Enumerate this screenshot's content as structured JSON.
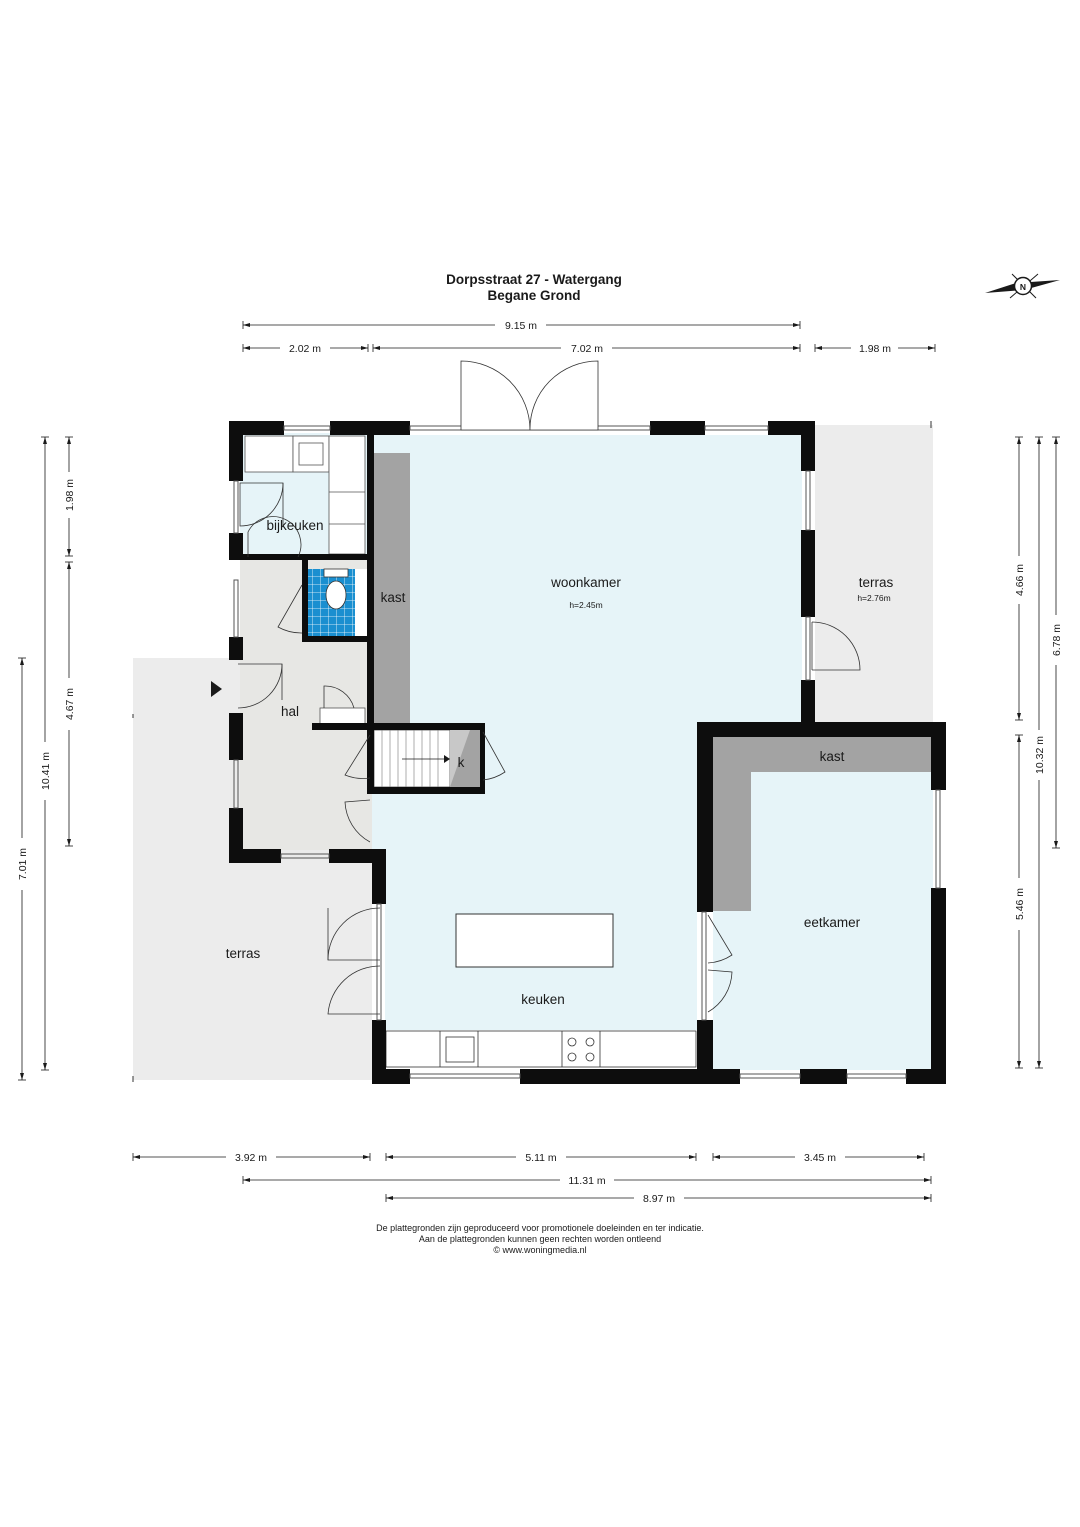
{
  "header": {
    "title": "Dorpsstraat 27 - Watergang",
    "subtitle": "Begane Grond"
  },
  "compass": {
    "letter": "N"
  },
  "rooms": {
    "bijkeuken": "bijkeuken",
    "woonkamer": "woonkamer",
    "woonkamer_height": "h=2.45m",
    "terras_east": "terras",
    "terras_east_height": "h=2.76m",
    "kast_west": "kast",
    "kast_east": "kast",
    "hal": "hal",
    "k": "k",
    "eetkamer": "eetkamer",
    "terras_west": "terras",
    "keuken": "keuken"
  },
  "dimensions": {
    "top_total": "9.15 m",
    "top_left": "2.02 m",
    "top_mid": "7.02 m",
    "top_right": "1.98 m",
    "left_a": "1.98 m",
    "left_b": "4.67 m",
    "left_c": "10.41 m",
    "left_d": "7.01 m",
    "right_a": "4.66 m",
    "right_b": "5.46 m",
    "right_c": "10.32 m",
    "right_d": "6.78 m",
    "bottom_left": "3.92 m",
    "bottom_mid": "5.11 m",
    "bottom_right": "3.45 m",
    "bottom_total_a": "11.31 m",
    "bottom_total_b": "8.97 m"
  },
  "disclaimer": {
    "line1": "De plattegronden zijn geproduceerd voor promotionele doeleinden en ter indicatie.",
    "line2": "Aan de plattegronden kunnen geen rechten worden ontleend",
    "line3": "© www.woningmedia.nl"
  },
  "colors": {
    "wall": "#0d0d0d",
    "room_light_blue": "#e6f4f8",
    "hall_grey": "#e7e7e4",
    "terrace_grey": "#ececec",
    "cabinet_grey": "#a3a3a3",
    "toilet_tile_blue": "#1a8fd0"
  }
}
